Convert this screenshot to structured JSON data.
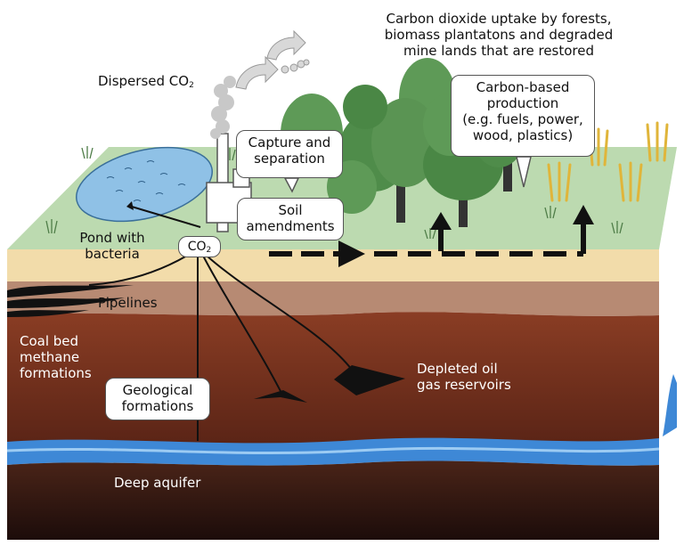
{
  "labels": {
    "uptake": [
      "Carbon dioxide uptake by forests,",
      "biomass plantatons and degraded",
      "mine lands that are restored"
    ],
    "dispersed_main": "Dispersed CO",
    "dispersed_sub": "2",
    "capture": [
      "Capture and",
      "separation"
    ],
    "soil": [
      "Soil",
      "amendments"
    ],
    "carbon_based": [
      "Carbon-based",
      "production",
      "(e.g. fuels, power,",
      "wood, plastics)"
    ],
    "pond": [
      "Pond with",
      "bacteria"
    ],
    "co2_main": "CO",
    "co2_sub": "2",
    "pipelines": "Pipelines",
    "coal": [
      "Coal bed",
      "methane",
      "formations"
    ],
    "depleted": [
      "Depleted oil",
      "gas reservoirs"
    ],
    "geological": [
      "Geological",
      "formations"
    ],
    "aquifer": "Deep aquifer"
  },
  "colors": {
    "grass": "#bcdab0",
    "topsoil": "#f2dcaa",
    "clay": "#b78a73",
    "earth": "#6e2f1d",
    "aquifer": "#3e88d6",
    "bedrock": "#2b1511",
    "tree": "#5e9a57",
    "grain": "#e0b53a"
  }
}
